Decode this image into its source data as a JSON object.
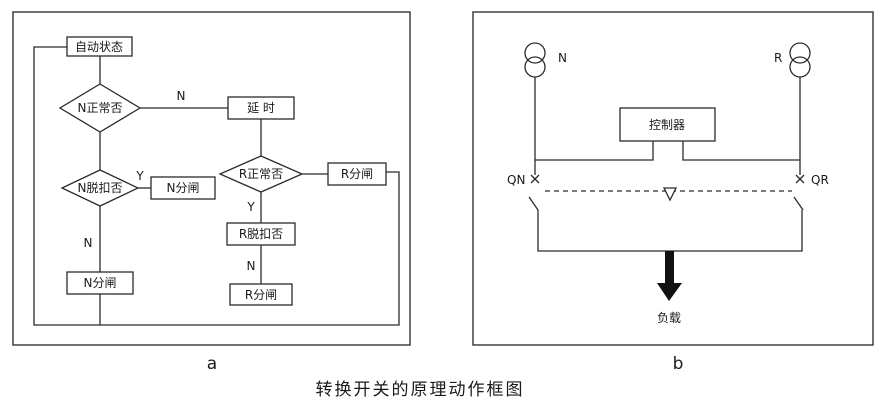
{
  "caption": "转换开关的原理动作框图",
  "panel_a": {
    "label": "a",
    "auto_state": "自动状态",
    "n_normal": "N正常否",
    "delay": "延 时",
    "n_trip_check": "N脱扣否",
    "n_open_right": "N分闸",
    "r_normal": "R正常否",
    "r_open_right": "R分闸",
    "r_trip_check": "R脱扣否",
    "n_open_bottom": "N分闸",
    "r_open_bottom": "R分闸",
    "flow_labels": {
      "n_from_n_normal": "N",
      "y_from_n_trip": "Y",
      "n_from_n_trip": "N",
      "y_from_r_normal": "Y",
      "n_from_r_trip": "N"
    }
  },
  "panel_b": {
    "label": "b",
    "source_n": "N",
    "source_r": "R",
    "controller": "控制器",
    "switch_n": "QN",
    "switch_r": "QR",
    "load": "负载"
  }
}
